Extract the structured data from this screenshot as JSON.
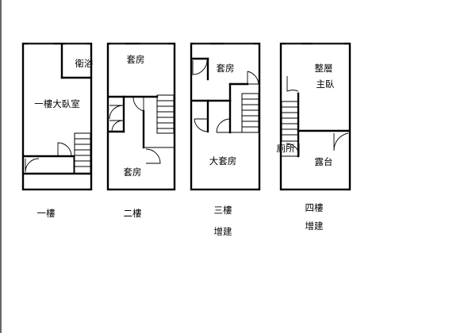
{
  "floors": [
    {
      "label": "一樓",
      "note": "",
      "rooms": [
        "一樓大臥室",
        "衛浴"
      ]
    },
    {
      "label": "二樓",
      "note": "",
      "rooms": [
        "套房",
        "套房"
      ]
    },
    {
      "label": "三樓",
      "note": "增建",
      "rooms": [
        "套房",
        "大套房"
      ]
    },
    {
      "label": "四樓",
      "note": "增建",
      "rooms": [
        "整層",
        "主臥",
        "廁所",
        "露台"
      ]
    }
  ],
  "colors": {
    "ink": "#000000",
    "background": "#ffffff"
  }
}
